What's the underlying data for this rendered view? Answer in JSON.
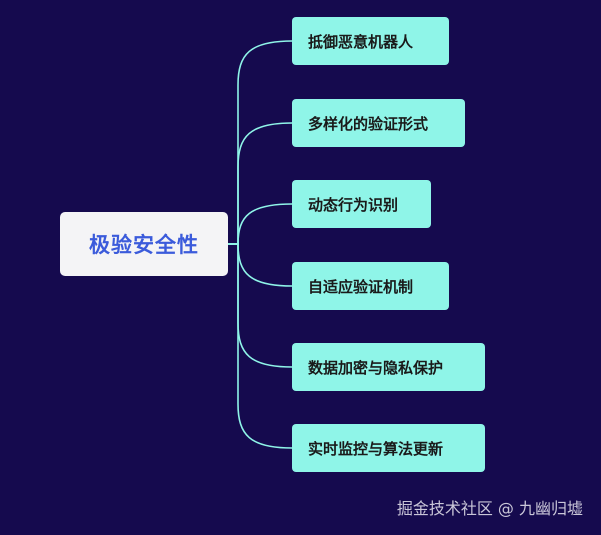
{
  "root": {
    "label": "极验安全性"
  },
  "branches": [
    {
      "label": "抵御恶意机器人"
    },
    {
      "label": "多样化的验证形式"
    },
    {
      "label": "动态行为识别"
    },
    {
      "label": "自适应验证机制"
    },
    {
      "label": "数据加密与隐私保护"
    },
    {
      "label": "实时监控与算法更新"
    }
  ],
  "watermark": "掘金技术社区 @ 九幽归墟",
  "colors": {
    "background": "#150a4e",
    "root_fill": "#f4f4f6",
    "root_text": "#3b5bdb",
    "branch_fill": "#8ff5e8",
    "connector": "#8ff5e8"
  }
}
